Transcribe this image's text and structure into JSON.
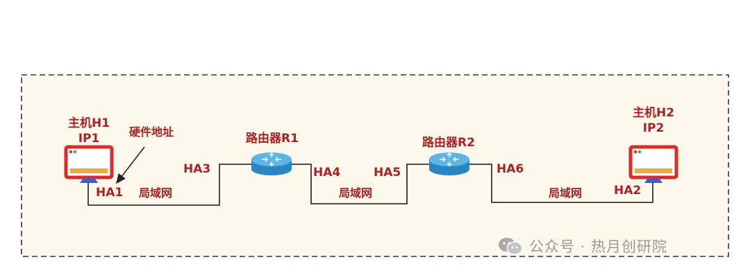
{
  "host1": {
    "name": "主机H1",
    "ip": "IP1",
    "mac": "HA1"
  },
  "host2": {
    "name": "主机H2",
    "ip": "IP2",
    "mac": "HA2"
  },
  "router1": {
    "name": "路由器R1",
    "left_mac": "HA3",
    "right_mac": "HA4"
  },
  "router2": {
    "name": "路由器R2",
    "left_mac": "HA5",
    "right_mac": "HA6"
  },
  "annotation": "硬件地址",
  "lan_labels": [
    "局域网",
    "局域网",
    "局域网"
  ],
  "watermark": "公众号 · 热月创研院",
  "colors": {
    "label": "#a82323",
    "monitor_frame": "#d92d2a",
    "monitor_bar": "#f4a73a",
    "router_body": "#3f9fd8",
    "router_top": "#8ed3f2",
    "panel_bg": "#fdf7ec",
    "border": "#333333"
  }
}
